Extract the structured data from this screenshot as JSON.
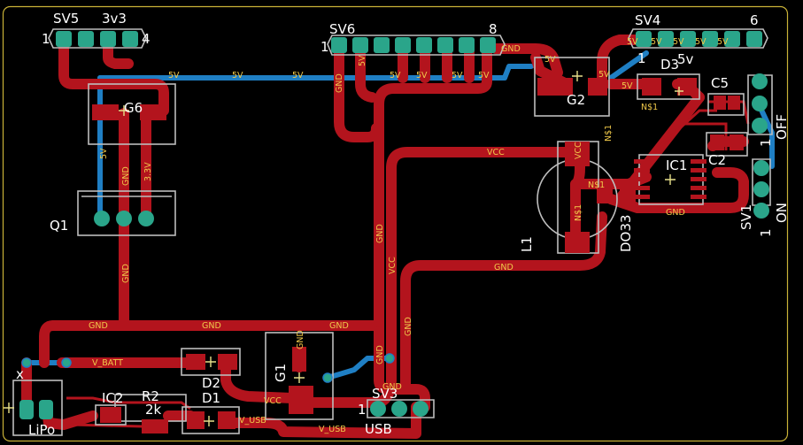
{
  "colors": {
    "background": "#000000",
    "board_outline": "#c9b237",
    "top_copper": "#b3141d",
    "bottom_copper": "#1f7fc4",
    "pad": "#2aa58a",
    "silkscreen": "#bdbdbd",
    "net_label": "#f0c94a",
    "crosshair": "#e8e08a"
  },
  "parts": {
    "sv5": {
      "name": "SV5",
      "pin1": "1",
      "pin4": "4",
      "label_3v3": "3v3"
    },
    "sv6": {
      "name": "SV6",
      "pin1": "1",
      "pin8": "8"
    },
    "sv4": {
      "name": "SV4",
      "pin1": "1",
      "pin6": "6"
    },
    "d3": {
      "name": "D3"
    },
    "d3_value": "5v",
    "c5": {
      "name": "C5"
    },
    "g2": {
      "name": "G2"
    },
    "g6": {
      "name": "G6"
    },
    "q1": {
      "name": "Q1"
    },
    "ic1": {
      "name": "IC1"
    },
    "c2": {
      "name": "C2"
    },
    "sv1": {
      "name": "SV1",
      "off": "OFF",
      "on": "ON",
      "pin1": "1"
    },
    "l1": {
      "name": "L1"
    },
    "do33": {
      "name": "DO33"
    },
    "d2": {
      "name": "D2"
    },
    "d1": {
      "name": "D1"
    },
    "g1": {
      "name": "G1"
    },
    "ic2": {
      "name": "IC2"
    },
    "r2": {
      "name": "R2",
      "value": "2k"
    },
    "lipo": {
      "name": "LiPo",
      "x": "x"
    },
    "sv3": {
      "name": "SV3",
      "pin1": "1"
    },
    "usb": {
      "name": "USB"
    }
  },
  "nets": {
    "v5": "5V",
    "gnd": "GND",
    "vcc": "VCC",
    "v33": "3.3V",
    "n31": "N$1",
    "vbatt": "V_BATT",
    "vusb": "V_USB"
  }
}
